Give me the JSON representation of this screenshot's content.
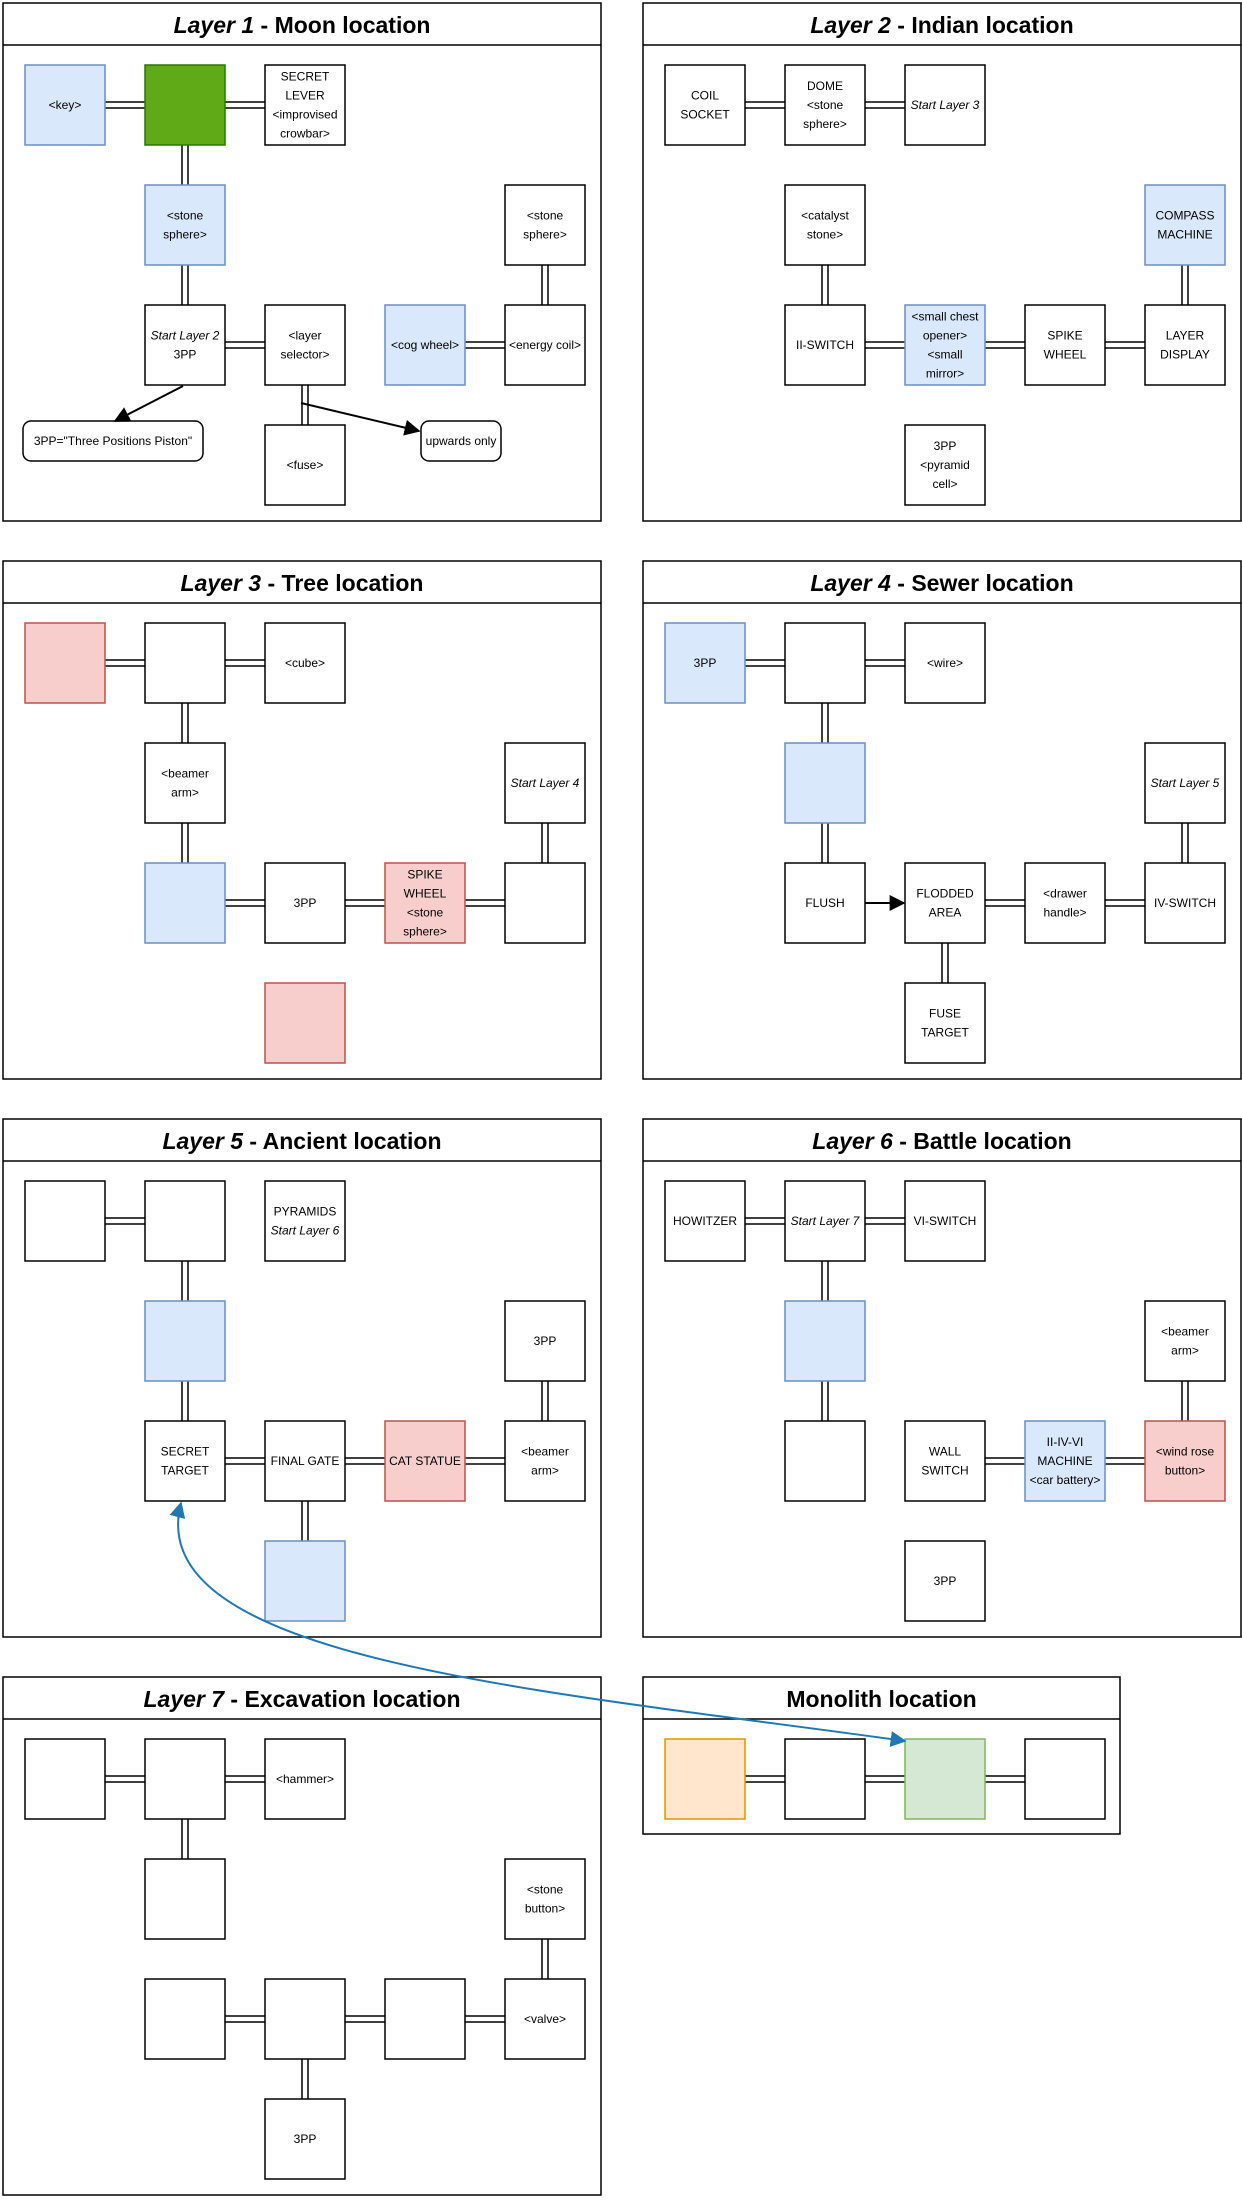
{
  "colors": {
    "blue_fill": "#dae8fc",
    "blue_stroke": "#6c8ebf",
    "green_fill": "#60a917",
    "green_stroke": "#2d7600",
    "red_fill": "#f8cecc",
    "red_stroke": "#b85450",
    "orange_fill": "#ffe6cc",
    "orange_stroke": "#d79b00",
    "lightgreen_fill": "#d5e8d4",
    "lightgreen_stroke": "#82b366",
    "link_blue": "#1f77b4"
  },
  "panels": [
    {
      "id": "layer1",
      "title_prefix": "Layer 1",
      "title_suffix": " - Moon location",
      "nodes": [
        {
          "id": "key",
          "lines": [
            "<key>"
          ],
          "color": "blue",
          "italic": false
        },
        {
          "id": "green",
          "lines": [],
          "color": "green",
          "italic": false
        },
        {
          "id": "secret-lever",
          "lines": [
            "SECRET",
            "LEVER",
            "<improvised",
            "crowbar>"
          ],
          "color": "white",
          "italic": false
        },
        {
          "id": "stone-sphere-a",
          "lines": [
            "<stone",
            "sphere>"
          ],
          "color": "blue",
          "italic": false
        },
        {
          "id": "stone-sphere-b",
          "lines": [
            "<stone",
            "sphere>"
          ],
          "color": "white",
          "italic": false
        },
        {
          "id": "start-layer2",
          "lines": [
            "Start Layer 2",
            "3PP"
          ],
          "color": "white",
          "italic_first": true
        },
        {
          "id": "layer-selector",
          "lines": [
            "<layer",
            "selector>"
          ],
          "color": "white",
          "italic": false
        },
        {
          "id": "cog-wheel",
          "lines": [
            "<cog wheel>"
          ],
          "color": "blue",
          "italic": false
        },
        {
          "id": "energy-coil",
          "lines": [
            "<energy coil>"
          ],
          "color": "white",
          "italic": false
        },
        {
          "id": "fuse",
          "lines": [
            "<fuse>"
          ],
          "color": "white",
          "italic": false
        }
      ],
      "notes": [
        {
          "id": "note-3pp",
          "text": "3PP=\"Three Positions Piston\""
        },
        {
          "id": "note-upwards",
          "text": "upwards only"
        }
      ]
    },
    {
      "id": "layer2",
      "title_prefix": "Layer 2",
      "title_suffix": " - Indian location",
      "nodes": [
        {
          "id": "coil-socket",
          "lines": [
            "COIL",
            "SOCKET"
          ],
          "color": "white"
        },
        {
          "id": "dome",
          "lines": [
            "DOME",
            "<stone",
            "sphere>"
          ],
          "color": "white"
        },
        {
          "id": "start-layer3",
          "lines": [
            "Start Layer 3"
          ],
          "color": "white",
          "italic_first": true
        },
        {
          "id": "catalyst-stone",
          "lines": [
            "<catalyst",
            "stone>"
          ],
          "color": "white"
        },
        {
          "id": "compass-machine",
          "lines": [
            "COMPASS",
            "MACHINE"
          ],
          "color": "blue"
        },
        {
          "id": "ii-switch",
          "lines": [
            "II-SWITCH"
          ],
          "color": "white"
        },
        {
          "id": "small-chest",
          "lines": [
            "<small chest",
            "opener>",
            "<small",
            "mirror>"
          ],
          "color": "blue"
        },
        {
          "id": "spike-wheel",
          "lines": [
            "SPIKE",
            "WHEEL"
          ],
          "color": "white"
        },
        {
          "id": "layer-display",
          "lines": [
            "LAYER",
            "DISPLAY"
          ],
          "color": "white"
        },
        {
          "id": "pyramid-cell",
          "lines": [
            "3PP",
            "<pyramid",
            "cell>"
          ],
          "color": "white"
        }
      ],
      "notes": []
    },
    {
      "id": "layer3",
      "title_prefix": "Layer 3",
      "title_suffix": " - Tree location",
      "nodes": [
        {
          "id": "red-a",
          "lines": [],
          "color": "red"
        },
        {
          "id": "empty-a",
          "lines": [],
          "color": "white"
        },
        {
          "id": "cube",
          "lines": [
            "<cube>"
          ],
          "color": "white"
        },
        {
          "id": "beamer-arm",
          "lines": [
            "<beamer",
            "arm>"
          ],
          "color": "white"
        },
        {
          "id": "start-layer4",
          "lines": [
            "Start Layer 4"
          ],
          "color": "white",
          "italic_first": true
        },
        {
          "id": "blue-a",
          "lines": [],
          "color": "blue"
        },
        {
          "id": "pp3",
          "lines": [
            "3PP"
          ],
          "color": "white"
        },
        {
          "id": "spike-wheel-red",
          "lines": [
            "SPIKE",
            "WHEEL",
            "<stone",
            "sphere>"
          ],
          "color": "red"
        },
        {
          "id": "empty-b",
          "lines": [],
          "color": "white"
        },
        {
          "id": "red-b",
          "lines": [],
          "color": "red"
        }
      ],
      "notes": []
    },
    {
      "id": "layer4",
      "title_prefix": "Layer 4",
      "title_suffix": " - Sewer location",
      "nodes": [
        {
          "id": "pp3-blue",
          "lines": [
            "3PP"
          ],
          "color": "blue"
        },
        {
          "id": "empty-a",
          "lines": [],
          "color": "white"
        },
        {
          "id": "wire",
          "lines": [
            "<wire>"
          ],
          "color": "white"
        },
        {
          "id": "blue-a",
          "lines": [],
          "color": "blue"
        },
        {
          "id": "start-layer5",
          "lines": [
            "Start Layer 5"
          ],
          "color": "white",
          "italic_first": true
        },
        {
          "id": "flush",
          "lines": [
            "FLUSH"
          ],
          "color": "white"
        },
        {
          "id": "flooded-area",
          "lines": [
            "FLODDED",
            "AREA"
          ],
          "color": "white"
        },
        {
          "id": "drawer-handle",
          "lines": [
            "<drawer",
            "handle>"
          ],
          "color": "white"
        },
        {
          "id": "iv-switch",
          "lines": [
            "IV-SWITCH"
          ],
          "color": "white"
        },
        {
          "id": "fuse-target",
          "lines": [
            "FUSE",
            "TARGET"
          ],
          "color": "white"
        }
      ],
      "notes": []
    },
    {
      "id": "layer5",
      "title_prefix": "Layer 5",
      "title_suffix": " - Ancient location",
      "nodes": [
        {
          "id": "empty-a",
          "lines": [],
          "color": "white"
        },
        {
          "id": "empty-b",
          "lines": [],
          "color": "white"
        },
        {
          "id": "pyramids",
          "lines": [
            "PYRAMIDS",
            "Start Layer 6"
          ],
          "color": "white",
          "italic_last": true
        },
        {
          "id": "blue-a",
          "lines": [],
          "color": "blue"
        },
        {
          "id": "pp3",
          "lines": [
            "3PP"
          ],
          "color": "white"
        },
        {
          "id": "secret-target",
          "lines": [
            "SECRET",
            "TARGET"
          ],
          "color": "white"
        },
        {
          "id": "final-gate",
          "lines": [
            "FINAL GATE"
          ],
          "color": "white"
        },
        {
          "id": "cat-statue",
          "lines": [
            "CAT STATUE"
          ],
          "color": "red"
        },
        {
          "id": "beamer-arm",
          "lines": [
            "<beamer",
            "arm>"
          ],
          "color": "white"
        },
        {
          "id": "blue-b",
          "lines": [],
          "color": "blue"
        }
      ],
      "notes": []
    },
    {
      "id": "layer6",
      "title_prefix": "Layer 6",
      "title_suffix": " - Battle location",
      "nodes": [
        {
          "id": "howitzer",
          "lines": [
            "HOWITZER"
          ],
          "color": "white"
        },
        {
          "id": "start-layer7",
          "lines": [
            "Start Layer 7"
          ],
          "color": "white",
          "italic_first": true
        },
        {
          "id": "vi-switch",
          "lines": [
            "VI-SWITCH"
          ],
          "color": "white"
        },
        {
          "id": "blue-a",
          "lines": [],
          "color": "blue"
        },
        {
          "id": "beamer-arm",
          "lines": [
            "<beamer",
            "arm>"
          ],
          "color": "white"
        },
        {
          "id": "empty-a",
          "lines": [],
          "color": "white"
        },
        {
          "id": "wall-switch",
          "lines": [
            "WALL",
            "SWITCH"
          ],
          "color": "white"
        },
        {
          "id": "machine",
          "lines": [
            "II-IV-VI",
            "MACHINE",
            "<car battery>"
          ],
          "color": "blue"
        },
        {
          "id": "wind-rose",
          "lines": [
            "<wind rose",
            "button>"
          ],
          "color": "red"
        },
        {
          "id": "pp3",
          "lines": [
            "3PP"
          ],
          "color": "white"
        }
      ],
      "notes": []
    },
    {
      "id": "layer7",
      "title_prefix": "Layer 7",
      "title_suffix": " - Excavation location",
      "nodes": [
        {
          "id": "empty-a",
          "lines": [],
          "color": "white"
        },
        {
          "id": "empty-b",
          "lines": [],
          "color": "white"
        },
        {
          "id": "hammer",
          "lines": [
            "<hammer>"
          ],
          "color": "white"
        },
        {
          "id": "empty-c",
          "lines": [],
          "color": "white"
        },
        {
          "id": "stone-button",
          "lines": [
            "<stone",
            "button>"
          ],
          "color": "white"
        },
        {
          "id": "empty-d",
          "lines": [],
          "color": "white"
        },
        {
          "id": "empty-e",
          "lines": [],
          "color": "white"
        },
        {
          "id": "empty-f",
          "lines": [],
          "color": "white"
        },
        {
          "id": "valve",
          "lines": [
            "<valve>"
          ],
          "color": "white"
        },
        {
          "id": "pp3",
          "lines": [
            "3PP"
          ],
          "color": "white"
        }
      ],
      "notes": []
    },
    {
      "id": "monolith",
      "title_prefix": "",
      "title_suffix": "Monolith location",
      "nodes": [
        {
          "id": "orange",
          "lines": [],
          "color": "orange"
        },
        {
          "id": "empty-a",
          "lines": [],
          "color": "white"
        },
        {
          "id": "lightgreen",
          "lines": [],
          "color": "lightgreen"
        },
        {
          "id": "empty-b",
          "lines": [],
          "color": "white"
        }
      ],
      "notes": []
    }
  ]
}
